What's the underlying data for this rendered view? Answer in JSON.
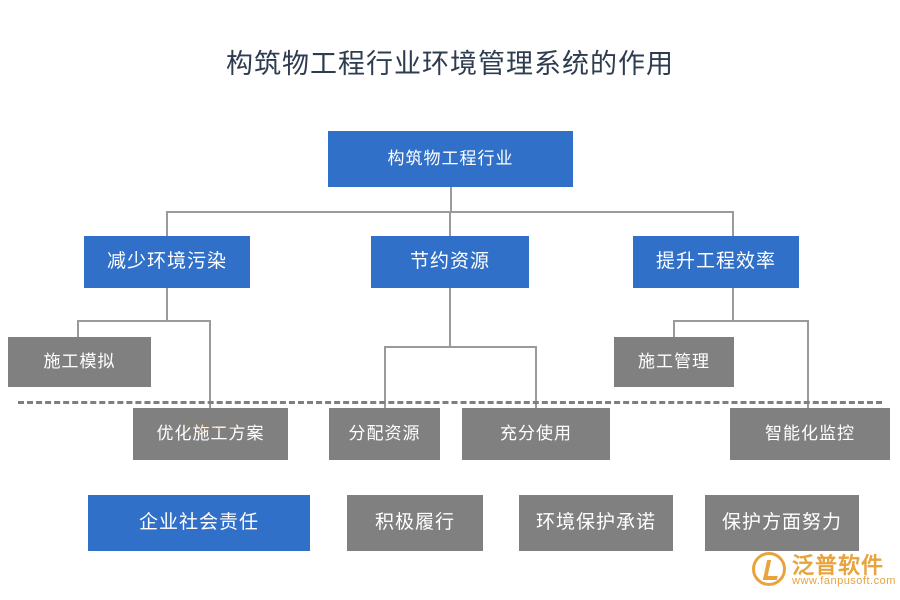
{
  "title": "构筑物工程行业环境管理系统的作用",
  "nodes": {
    "root": "构筑物工程行业",
    "branch1": "减少环境污染",
    "branch2": "节约资源",
    "branch3": "提升工程效率",
    "leaf_sim": "施工模拟",
    "leaf_manage": "施工管理",
    "leaf_optimize": "优化施工方案",
    "leaf_allocate": "分配资源",
    "leaf_fulluse": "充分使用",
    "leaf_smart": "智能化监控",
    "bottom1": "企业社会责任",
    "bottom2": "积极履行",
    "bottom3": "环境保护承诺",
    "bottom4": "保护方面努力"
  },
  "colors": {
    "blue": "#3070c8",
    "gray": "#808080",
    "connector": "#9a9a9a",
    "title": "#2e3c50",
    "logo": "#e8a33d"
  },
  "logo": {
    "name_cn": "泛普软件",
    "name_en": "www.fanpusoft.com"
  },
  "watermark": "泛普软件"
}
